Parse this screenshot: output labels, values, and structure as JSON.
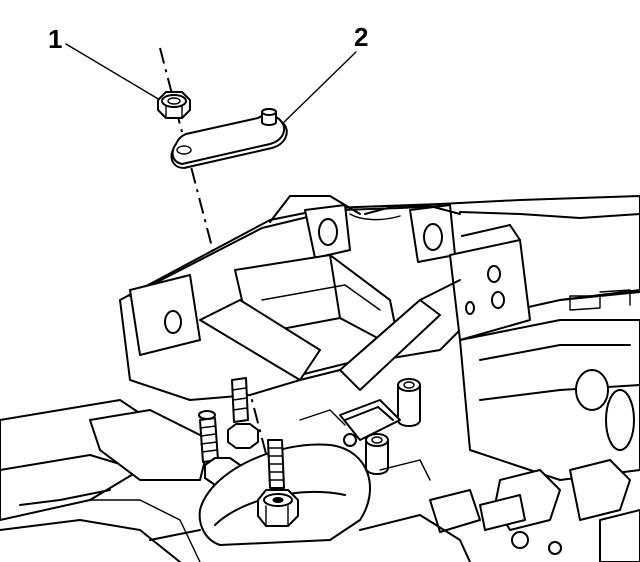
{
  "callouts": [
    {
      "number": "1",
      "part": "nut"
    },
    {
      "number": "2",
      "part": "bracket"
    }
  ],
  "colors": {
    "line": "#000000",
    "background": "#ffffff"
  }
}
